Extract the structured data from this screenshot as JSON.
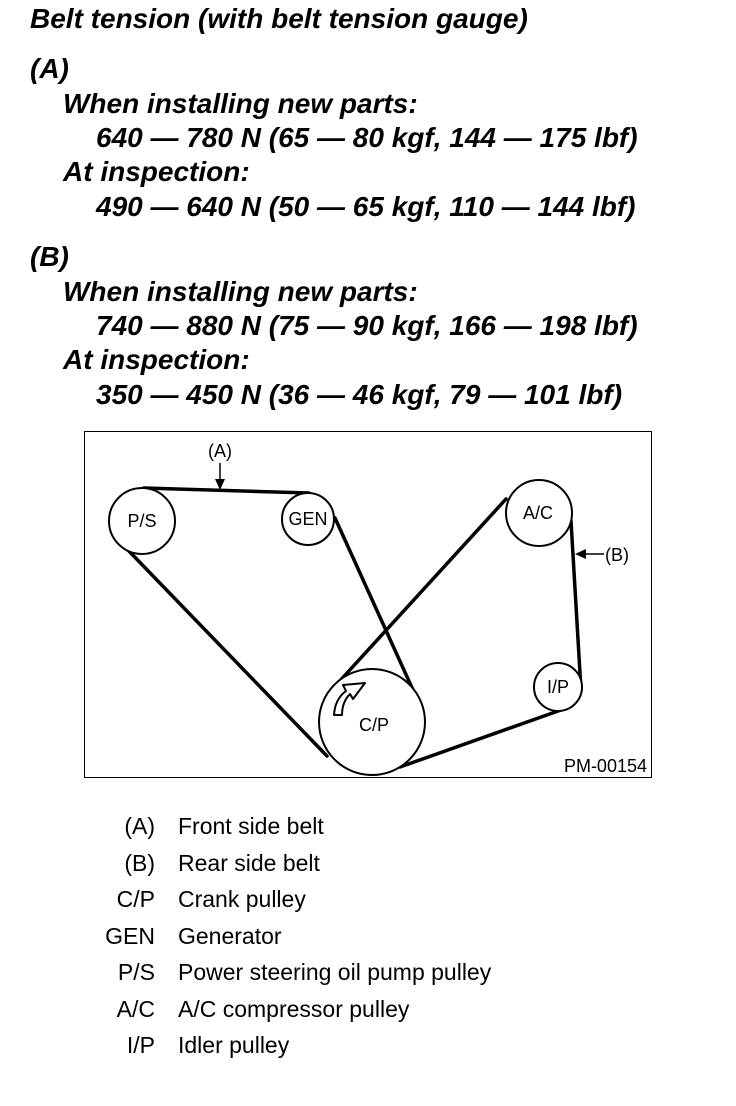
{
  "spec": {
    "title": "Belt tension (with belt tension gauge)",
    "A": {
      "label": "(A)",
      "new_parts_heading": "When installing new parts:",
      "new_parts_value": "640 — 780 N (65 — 80 kgf, 144 — 175 lbf)",
      "inspection_heading": "At inspection:",
      "inspection_value": "490 — 640 N (50 — 65 kgf, 110 — 144 lbf)"
    },
    "B": {
      "label": "(B)",
      "new_parts_heading": "When installing new parts:",
      "new_parts_value": "740 — 880 N (75 — 90 kgf, 166 — 198 lbf)",
      "inspection_heading": "At inspection:",
      "inspection_value": "350 — 450 N (36 — 46 kgf, 79 — 101 lbf)"
    }
  },
  "diagram": {
    "callout_a": "(A)",
    "callout_b": "(B)",
    "pulleys": {
      "ps": "P/S",
      "gen": "GEN",
      "ac": "A/C",
      "ip": "I/P",
      "cp": "C/P"
    },
    "figure_id": "PM-00154"
  },
  "legend": [
    {
      "key": "(A)",
      "desc": "Front side belt"
    },
    {
      "key": "(B)",
      "desc": "Rear side belt"
    },
    {
      "key": "C/P",
      "desc": "Crank pulley"
    },
    {
      "key": "GEN",
      "desc": "Generator"
    },
    {
      "key": "P/S",
      "desc": "Power steering oil pump pulley"
    },
    {
      "key": "A/C",
      "desc": "A/C compressor pulley"
    },
    {
      "key": "I/P",
      "desc": "Idler pulley"
    }
  ]
}
